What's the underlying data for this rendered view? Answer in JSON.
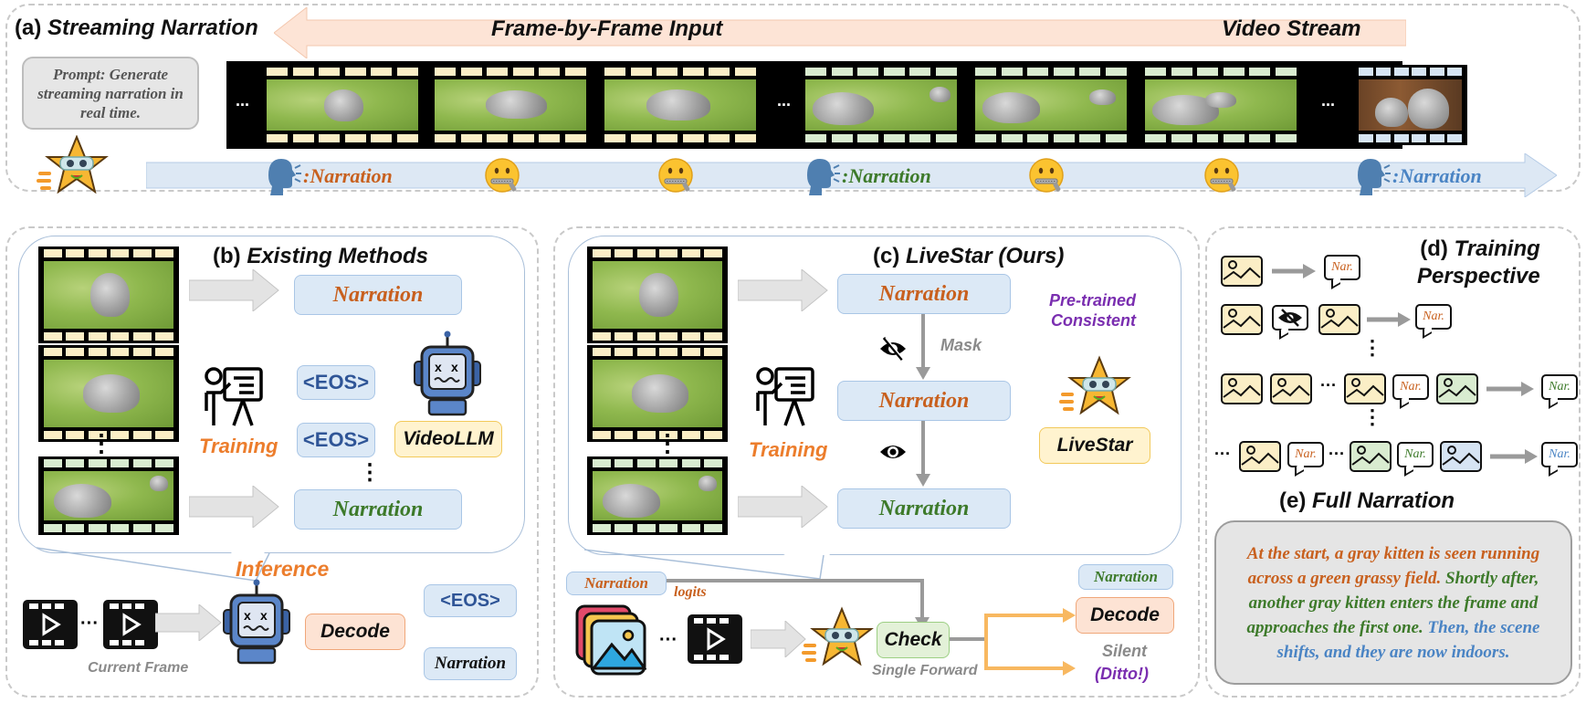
{
  "panel_a": {
    "title_prefix": "(a)",
    "title": "Streaming Narration",
    "arrow_label": "Frame-by-Frame Input",
    "stream_label": "Video Stream",
    "prompt": "Prompt: Generate streaming narration in real time.",
    "ellipsis": "...",
    "timeline": [
      {
        "type": "speak",
        "label": ":Narration",
        "color": "orange"
      },
      {
        "type": "silent"
      },
      {
        "type": "silent"
      },
      {
        "type": "speak",
        "label": ":Narration",
        "color": "green"
      },
      {
        "type": "silent"
      },
      {
        "type": "silent"
      },
      {
        "type": "speak",
        "label": ":Narration",
        "color": "blue"
      }
    ]
  },
  "panel_b": {
    "title_prefix": "(b)",
    "title": "Existing Methods",
    "narration_top": "Narration",
    "eos_1": "<EOS>",
    "eos_2": "<EOS>",
    "model_label": "VideoLLM",
    "training_label": "Training",
    "narration_bottom": "Narration",
    "inference_label": "Inference",
    "decode_label": "Decode",
    "decode_eos": "<EOS>",
    "decode_narration": "Narration",
    "current_frame_label": "Current Frame",
    "vdots": "⋮",
    "ellipsis": "···"
  },
  "panel_c": {
    "title_prefix": "(c)",
    "title": "LiveStar (Ours)",
    "narration_1": "Narration",
    "narration_2": "Narration",
    "narration_3": "Narration",
    "mask_label": "Mask",
    "pretrained_label": "Pre-trained Consistent",
    "model_label": "LiveStar",
    "training_label": "Training",
    "input_narration": "Narration",
    "logits_label": "logits",
    "check_label": "Check",
    "single_forward_label": "Single Forward",
    "decode_label": "Decode",
    "decode_narration": "Narration",
    "silent_label": "Silent",
    "ditto_label": "(Ditto!)",
    "vdots": "⋮",
    "ellipsis": "···"
  },
  "panel_d": {
    "title_prefix": "(d)",
    "title_line1": "Training",
    "title_line2": "Perspective",
    "nar_label": "Nar.",
    "ellipsis": "···",
    "vdots": "⋮"
  },
  "panel_e": {
    "title_prefix": "(e)",
    "title": "Full Narration",
    "segments": [
      {
        "text": "At the start, a gray kitten is seen running across a green grassy field. ",
        "color": "orange"
      },
      {
        "text": "Shortly after, another gray kitten enters the frame and approaches the first one. ",
        "color": "green"
      },
      {
        "text": "Then, the scene shifts, and they are now indoors.",
        "color": "blue"
      }
    ]
  },
  "colors": {
    "orange_text": "#c8601e",
    "green_text": "#3d7a2a",
    "blue_text": "#4a84c4",
    "purple_text": "#7a2eb0",
    "training_orange": "#ec7d2c",
    "frame_yellow": "#fbeec6",
    "frame_green": "#d9ecd0",
    "frame_blue": "#d6e4f3",
    "bubble_fill": "#dce9f6",
    "arrow_peach": "#fde4d6"
  }
}
